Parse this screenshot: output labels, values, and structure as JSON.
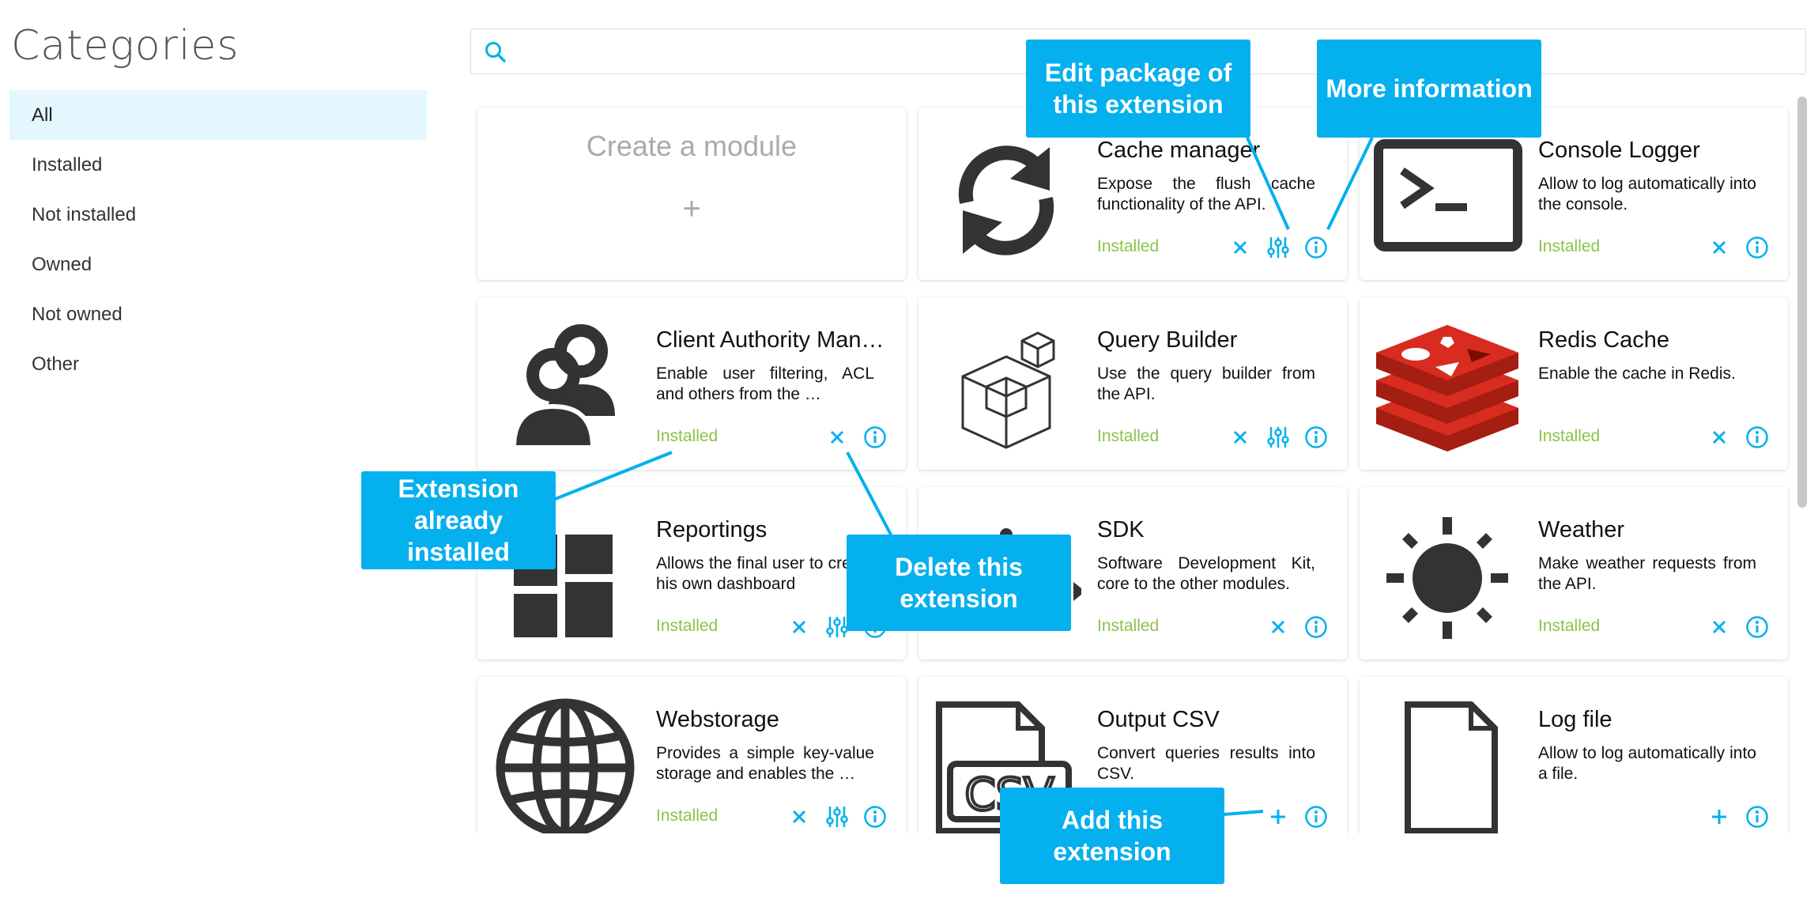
{
  "sidebar": {
    "title": "Categories",
    "items": [
      {
        "label": "All",
        "active": true
      },
      {
        "label": "Installed"
      },
      {
        "label": "Not installed"
      },
      {
        "label": "Owned"
      },
      {
        "label": "Not owned"
      },
      {
        "label": "Other"
      }
    ]
  },
  "search": {
    "placeholder": "",
    "value": "",
    "icon": "search-icon"
  },
  "create_card": {
    "title": "Create a module",
    "plus": "+"
  },
  "cards": [
    {
      "name": "Cache manager",
      "desc": "Expose the flush cache functionality of the API.",
      "status": "Installed",
      "icon": "refresh-icon",
      "actions": [
        "delete",
        "edit-package",
        "info"
      ]
    },
    {
      "name": "Console Logger",
      "desc": "Allow to log automatically into the console.",
      "status": "Installed",
      "icon": "terminal-icon",
      "actions": [
        "delete",
        "info"
      ]
    },
    {
      "name": "Client Authority Man…",
      "desc": "Enable user filtering, ACL and others from the …",
      "status": "Installed",
      "icon": "users-icon",
      "actions": [
        "delete",
        "info"
      ]
    },
    {
      "name": "Query Builder",
      "desc": "Use the query builder from the API.",
      "status": "Installed",
      "icon": "cubes-icon",
      "actions": [
        "delete",
        "edit-package",
        "info"
      ]
    },
    {
      "name": "Redis Cache",
      "desc": "Enable the cache in Redis.",
      "status": "Installed",
      "icon": "redis-icon",
      "actions": [
        "delete",
        "info"
      ]
    },
    {
      "name": "Reportings",
      "desc": "Allows the final user to create his own dashboard",
      "status": "Installed",
      "icon": "dashboard-icon",
      "actions": [
        "delete",
        "edit-package",
        "info"
      ]
    },
    {
      "name": "SDK",
      "desc": "Software Development Kit, core to the other modules.",
      "status": "Installed",
      "icon": "sdk-icon",
      "actions": [
        "delete",
        "info"
      ]
    },
    {
      "name": "Weather",
      "desc": "Make weather requests from the API.",
      "status": "Installed",
      "icon": "sun-icon",
      "actions": [
        "delete",
        "info"
      ]
    },
    {
      "name": "Webstorage",
      "desc": "Provides a simple key-value storage and enables the …",
      "status": "Installed",
      "icon": "globe-icon",
      "actions": [
        "delete",
        "edit-package",
        "info"
      ]
    },
    {
      "name": "Output CSV",
      "desc": "Convert queries results into CSV.",
      "status": "",
      "icon": "csv-file-icon",
      "actions": [
        "add",
        "info"
      ]
    },
    {
      "name": "Log file",
      "desc": "Allow to log automatically into a file.",
      "status": "",
      "icon": "file-icon",
      "actions": [
        "add",
        "info"
      ]
    }
  ],
  "callouts": {
    "edit_package": "Edit package of this extension",
    "more_info": "More information",
    "already_installed": "Extension already installed",
    "delete": "Delete this extension",
    "add": "Add this extension"
  },
  "colors": {
    "accent": "#04b0ee",
    "installed": "#8bc34a",
    "active_bg": "#e4f6fe",
    "redis": "#d82c20"
  }
}
